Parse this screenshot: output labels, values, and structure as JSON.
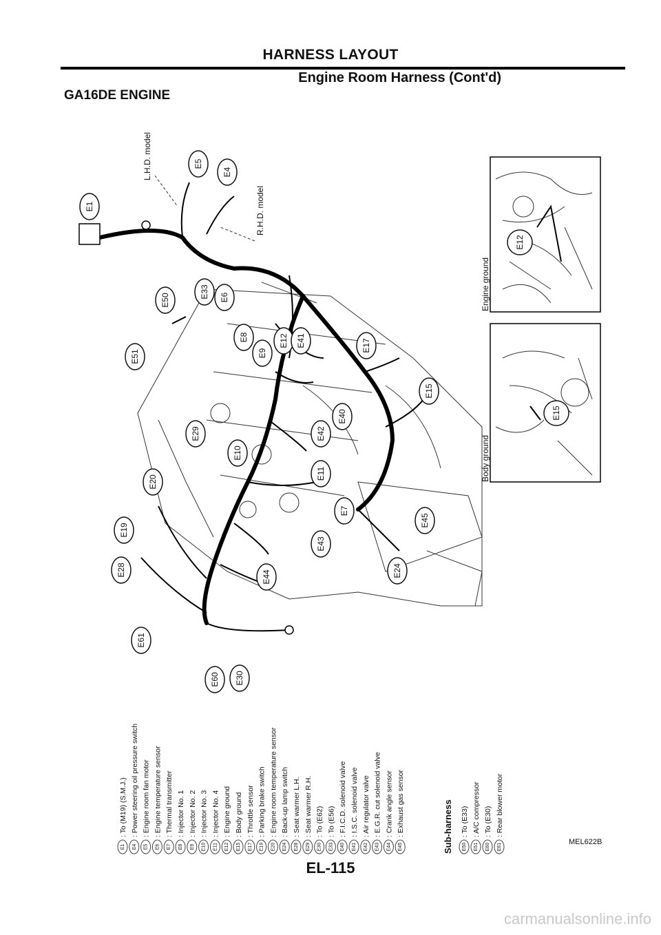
{
  "header": {
    "title": "HARNESS LAYOUT",
    "section": "Engine Room Harness (Cont'd)",
    "engine": "GA16DE ENGINE"
  },
  "diagram": {
    "connectors": [
      "E1",
      "E5",
      "E4",
      "E50",
      "E33",
      "E6",
      "E51",
      "E8",
      "E9",
      "E12",
      "E41",
      "E17",
      "E15",
      "E29",
      "E10",
      "E42",
      "E40",
      "E11",
      "E20",
      "E19",
      "E28",
      "E7",
      "E43",
      "E44",
      "E45",
      "E24",
      "E61",
      "E60",
      "E30"
    ],
    "labels": {
      "lhd": "L.H.D. model",
      "rhd": "R.H.D. model",
      "engine_ground": "Engine ground",
      "body_ground": "Body ground"
    },
    "insets": {
      "engine_ground_connector": "E12",
      "body_ground_connector": "E15"
    }
  },
  "legend": {
    "items": [
      {
        "code": "E1",
        "text": ": To (M19) (S.M.J.)"
      },
      {
        "code": "E4",
        "text": ": Power steering oil pressure switch"
      },
      {
        "code": "E5",
        "text": ": Engine room fan motor"
      },
      {
        "code": "E6",
        "text": ": Engine temperature sensor"
      },
      {
        "code": "E7",
        "text": ": Thermal transmitter"
      },
      {
        "code": "E8",
        "text": ": Injector No. 1"
      },
      {
        "code": "E9",
        "text": ": Injector No. 2"
      },
      {
        "code": "E10",
        "text": ": Injector No. 3"
      },
      {
        "code": "E11",
        "text": ": Injector No. 4"
      },
      {
        "code": "E12",
        "text": ": Engine ground"
      },
      {
        "code": "E15",
        "text": ": Body ground"
      },
      {
        "code": "E17",
        "text": ": Throttle sensor"
      },
      {
        "code": "E19",
        "text": ": Parking brake switch"
      },
      {
        "code": "E20",
        "text": ": Engine room temperature sensor"
      },
      {
        "code": "E24",
        "text": ": Back-up lamp switch"
      },
      {
        "code": "E28",
        "text": ": Seat warmer L.H."
      },
      {
        "code": "E29",
        "text": ": Seat warmer R.H."
      },
      {
        "code": "E30",
        "text": ": To (E62)"
      },
      {
        "code": "E33",
        "text": ": To (E56)"
      },
      {
        "code": "E40",
        "text": ": F.I.C.D. solenoid valve"
      },
      {
        "code": "E41",
        "text": ": I.S.C. solenoid valve"
      },
      {
        "code": "E42",
        "text": ": Air regulator valve"
      },
      {
        "code": "E43",
        "text": ": E.G.R. cut solenoid valve"
      },
      {
        "code": "E44",
        "text": ": Crank angle sensor"
      },
      {
        "code": "E45",
        "text": ": Exhaust gas sensor"
      }
    ],
    "sub_harness_title": "Sub-harness",
    "sub_items": [
      {
        "code": "E50",
        "text": ": To (E33)"
      },
      {
        "code": "E51",
        "text": ": A/C compressor"
      },
      {
        "code": "E60",
        "text": ": To (E30)"
      },
      {
        "code": "E61",
        "text": ": Rear blower motor"
      }
    ]
  },
  "footer": {
    "page": "EL-115",
    "figure_code": "MEL622B",
    "watermark": "carmanualsonline.info"
  }
}
